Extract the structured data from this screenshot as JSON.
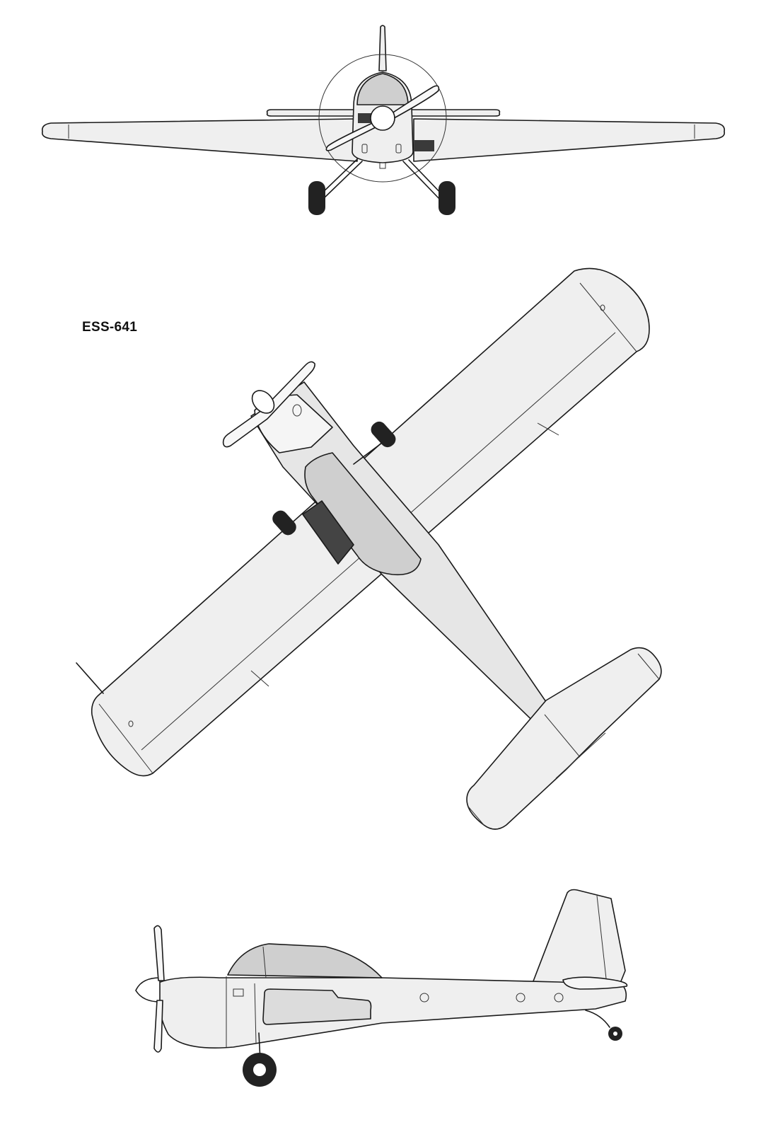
{
  "drawing": {
    "designation": "ESS-641",
    "views": [
      "front-view",
      "top-view",
      "side-view"
    ],
    "colors": {
      "line": "#1a1a1a",
      "skin": "#efefef",
      "canopy": "#cfcfcf",
      "tire": "#222222",
      "background": "#ffffff"
    }
  }
}
